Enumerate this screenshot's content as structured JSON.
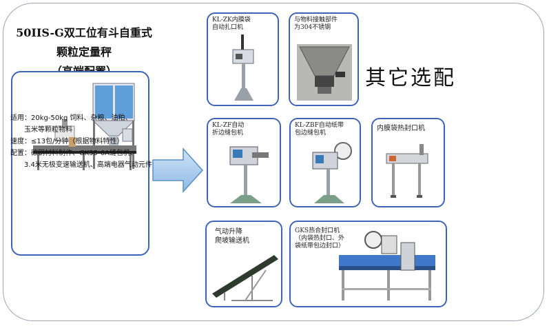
{
  "title": {
    "line1": "50IIS-G双工位有斗自重式颗粒定量秤",
    "line2": "（高端配置）"
  },
  "specs": [
    {
      "text": "适用：20kg-50kg 饲料、杂粮、油粕、",
      "indent": false
    },
    {
      "text": "玉米等颗粒物料",
      "indent": true
    },
    {
      "text": "速度：≤13包/分钟（根据物料特性）",
      "indent": false
    },
    {
      "text": "配置：碳钢材料制作、GK35-6A缝包机、",
      "indent": false
    },
    {
      "text": "3.4米无极变速输送机、高端电器气动元件",
      "indent": true
    }
  ],
  "options_heading": "其它选配",
  "cards": {
    "c1": [
      "KL-ZK内膜袋",
      "自动扎口机"
    ],
    "c2": [
      "与物料接触部件",
      "为304不锈钢"
    ],
    "c3": [
      "KL-ZF自动",
      "折边缝包机"
    ],
    "c4": [
      "KL-ZBF自动纸带",
      "包边缝包机"
    ],
    "c5": [
      "内膜袋热封口机"
    ],
    "c6": [
      "气动升降",
      "爬坡输送机"
    ],
    "c7": [
      "GKS热合封口机",
      "（内袋热封口、外",
      "袋纸带包边封口）"
    ]
  }
}
